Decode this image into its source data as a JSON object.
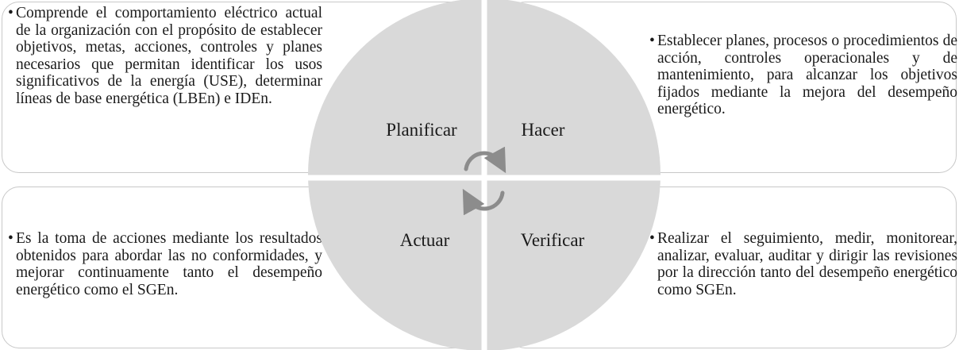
{
  "quadrants": {
    "planificar": {
      "label": "Planificar",
      "bullet": "•",
      "text": "Comprende el comportamiento eléctrico actual de la organización con el propósito de establecer objetivos, metas, acciones, controles y planes necesarios que permitan identificar los usos significativos de la energía (USE), determinar líneas de base energética (LBEn) e IDEn."
    },
    "hacer": {
      "label": "Hacer",
      "bullet": "•",
      "text": "Establecer planes, procesos o procedimientos de acción, controles operacionales y de mantenimiento, para alcanzar los objetivos fijados mediante la mejora del desempeño energético."
    },
    "actuar": {
      "label": "Actuar",
      "bullet": "•",
      "text": "Es la toma de acciones mediante los resultados obtenidos para abordar las no conformidades, y mejorar continuamente tanto el desempeño energético como el SGEn."
    },
    "verificar": {
      "label": "Verificar",
      "bullet": "•",
      "text": "Realizar el seguimiento, medir, monitorear, analizar, evaluar, auditar y dirigir las revisiones por la dirección tanto del desempeño energético como SGEn."
    }
  },
  "colors": {
    "circle_fill": "#d9d9d9",
    "divider": "#ffffff",
    "box_border": "#c8c8c8",
    "cycle_arrows": "#8c8c8c"
  }
}
